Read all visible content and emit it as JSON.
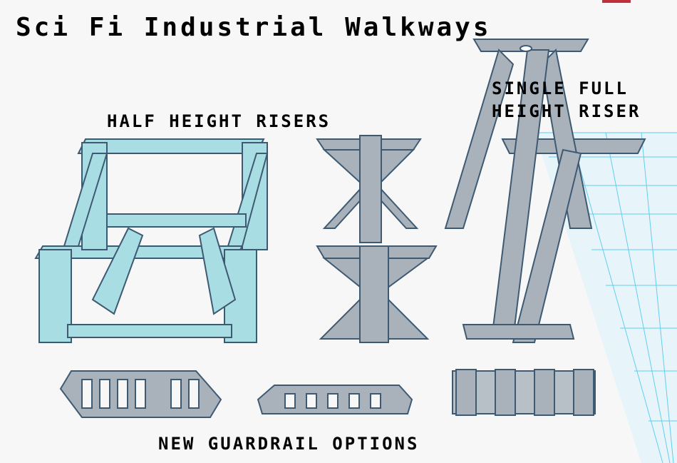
{
  "title": "Sci Fi Industrial Walkways",
  "labels": {
    "half": "Half Height Risers",
    "single_line1": "Single Full",
    "single_line2": "Height Riser",
    "guardrail": "New Guardrail Options"
  },
  "colors": {
    "selected": "#a8dde3",
    "gray": "#a9b2bb",
    "outline": "#3e5a73",
    "grid": "#3ec3ee"
  }
}
